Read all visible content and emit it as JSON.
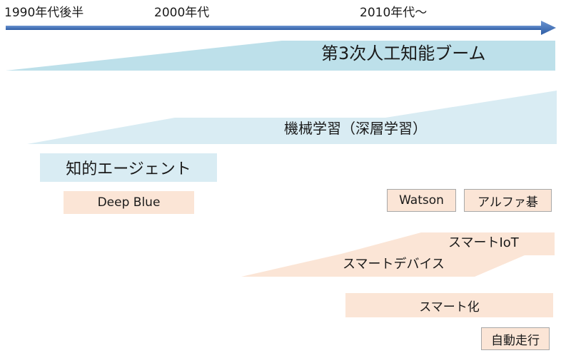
{
  "timeline": {
    "eras": [
      "1990年代後半",
      "2000年代",
      "2010年代～"
    ]
  },
  "bands": {
    "boom3": "第3次人工知能ブーム",
    "ml": "機械学習（深層学習）",
    "smart_device": "スマートデバイス",
    "smart_iot": "スマートIoT"
  },
  "boxes": {
    "agent": "知的エージェント",
    "deep_blue": "Deep Blue",
    "watson": "Watson",
    "alphago": "アルファ碁",
    "smart_ka": "スマート化",
    "autodrive": "自動走行"
  },
  "colors": {
    "arrow": "#4a76b8",
    "band_blue": "#bde0ea",
    "band_blue_light": "#d9ecf3",
    "band_peach": "#fbe5d6"
  }
}
